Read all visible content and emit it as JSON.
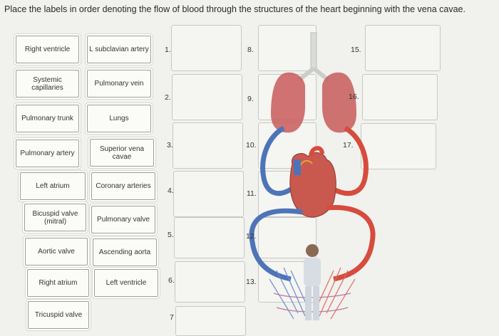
{
  "prompt": "Place the labels in order denoting the flow of blood through the structures of the heart beginning with the vena cavae.",
  "labels": [
    "Right ventricle",
    "L subclavian artery",
    "Systemic capillaries",
    "Pulmonary vein",
    "Pulmonary trunk",
    "Lungs",
    "Pulmonary artery",
    "Superior vena cavae",
    "Left atrium",
    "Coronary arteries",
    "Bicuspid valve (mitral)",
    "Pulmonary valve",
    "Aortic valve",
    "Ascending aorta",
    "Right atrium",
    "Left ventricle",
    "Tricuspid valve"
  ],
  "slot_numbers": [
    "1.",
    "2.",
    "3.",
    "4.",
    "5.",
    "6.",
    "7",
    "8.",
    "9.",
    "10.",
    "11.",
    "12.",
    "13.",
    "15.",
    "16.",
    "17."
  ],
  "colors": {
    "oxygenated": "#d64c3d",
    "deoxygenated": "#4d74b8",
    "lung": "#c85a5a"
  }
}
